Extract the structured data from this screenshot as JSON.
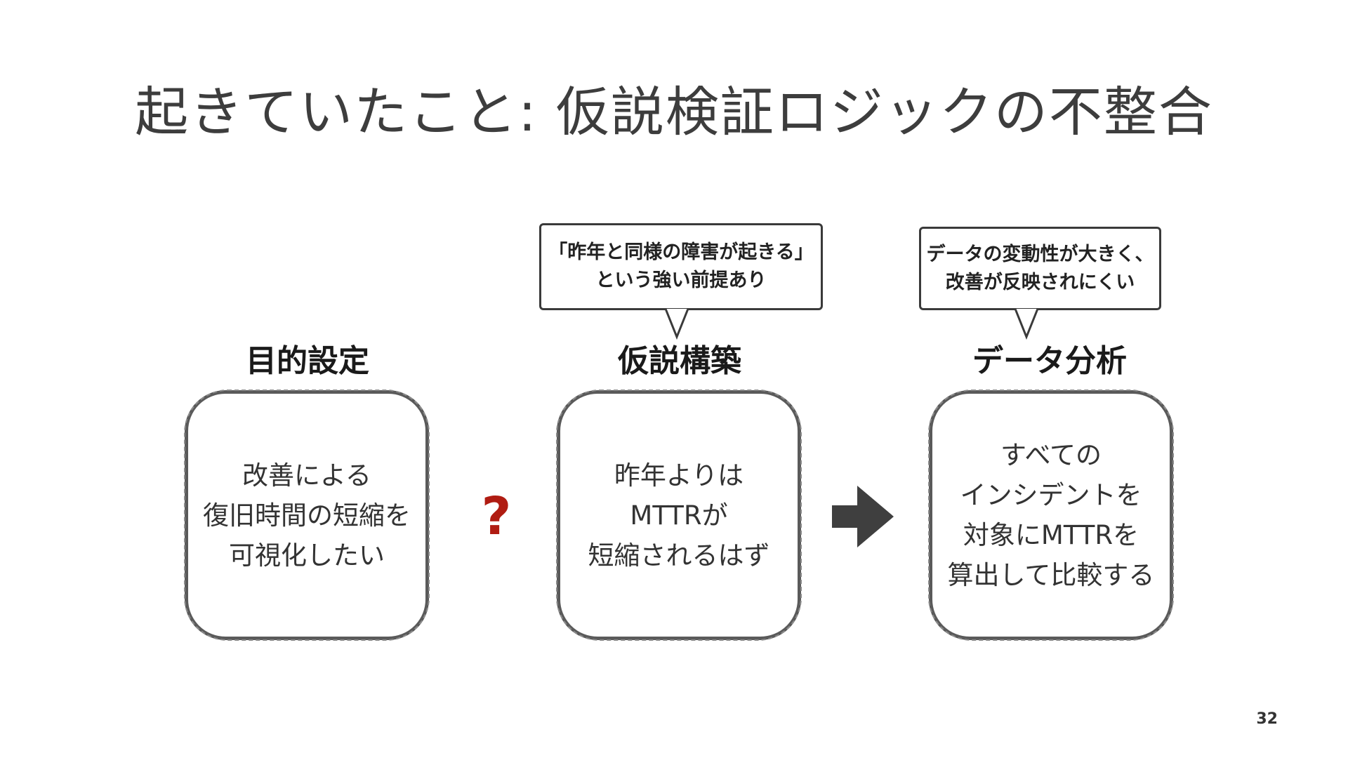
{
  "title": "起きていたこと: 仮説検証ロジックの不整合",
  "stages": [
    {
      "label": "目的設定",
      "box_text": "改善による\n復旧時間の短縮を\n可視化したい"
    },
    {
      "label": "仮説構築",
      "box_text": "昨年よりは\nMTTRが\n短縮されるはず"
    },
    {
      "label": "データ分析",
      "box_text": "すべての\nインシデントを\n対象にMTTRを\n算出して比較する"
    }
  ],
  "callouts": [
    {
      "text": "「昨年と同様の障害が起きる」\nという強い前提あり"
    },
    {
      "text": "データの変動性が大きく、\n改善が反映されにくい"
    }
  ],
  "connector_mismatch": "?",
  "connector_arrow_icon": "right-arrow-icon",
  "accent_color": "#b01c12",
  "page_number": "32"
}
